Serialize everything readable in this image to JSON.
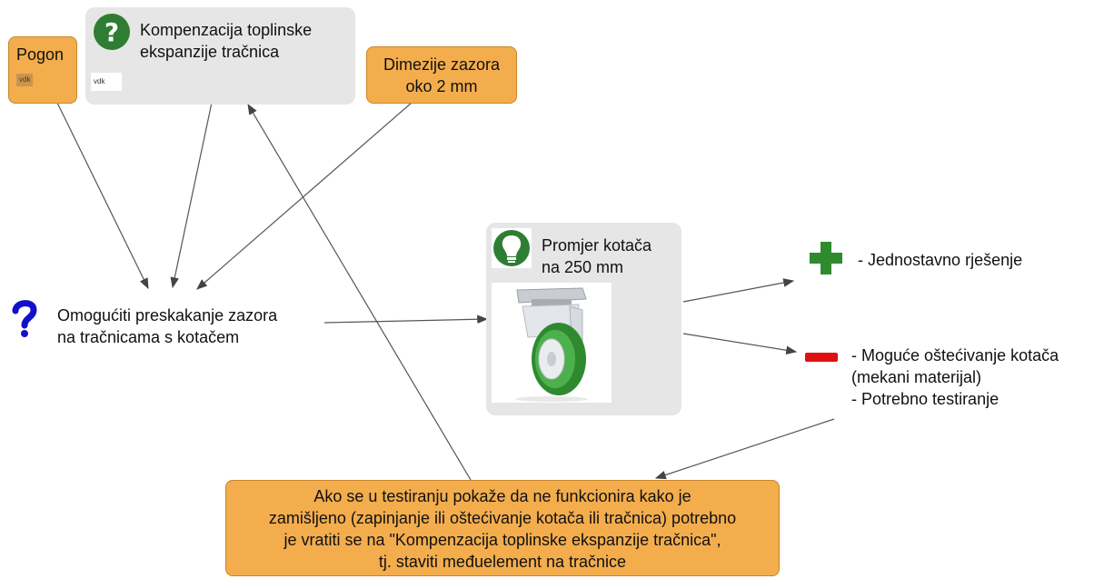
{
  "nodes": {
    "pogon": {
      "label": "Pogon",
      "tag": "vdk"
    },
    "kompenzacija": {
      "label_line1": "Kompenzacija toplinske",
      "label_line2": "ekspanzije tračnica",
      "tag": "vdk"
    },
    "dimenzije": {
      "label_line1": "Dimezije zazora",
      "label_line2": "oko 2 mm"
    },
    "question": {
      "label_line1": "Omogućiti preskakanje zazora",
      "label_line2": "na tračnicama s kotačem"
    },
    "idea": {
      "label_line1": "Promjer kotača",
      "label_line2": "na 250 mm"
    },
    "pro": {
      "label": "- Jednostavno rješenje"
    },
    "con": {
      "line1": "- Moguće oštećivanje kotača",
      "line2": "(mekani materijal)",
      "line3": "- Potrebno testiranje"
    },
    "note": {
      "line1": "Ako se u testiranju pokaže da ne funkcionira kako je",
      "line2": "zamišljeno (zapinjanje ili oštećivanje kotača ili tračnica) potrebno",
      "line3": "je vratiti se na \"Kompenzacija toplinske ekspanzije tračnica\",",
      "line4": "tj. staviti međuelement na tračnice"
    }
  },
  "colors": {
    "orange": "#f3ad4d",
    "grey_box": "#e6e6e6",
    "question_green": "#2e7d32",
    "bulb_green": "#2e7d32",
    "plus_green": "#2e8b2e",
    "minus_red": "#e01010",
    "question_blue": "#1111cc"
  },
  "icons": {
    "question_mark_green": "question-circle-icon",
    "lightbulb": "lightbulb-icon",
    "plus": "plus-icon",
    "minus": "minus-icon",
    "question_blue": "question-mark-icon",
    "wheel": "caster-wheel-image"
  }
}
